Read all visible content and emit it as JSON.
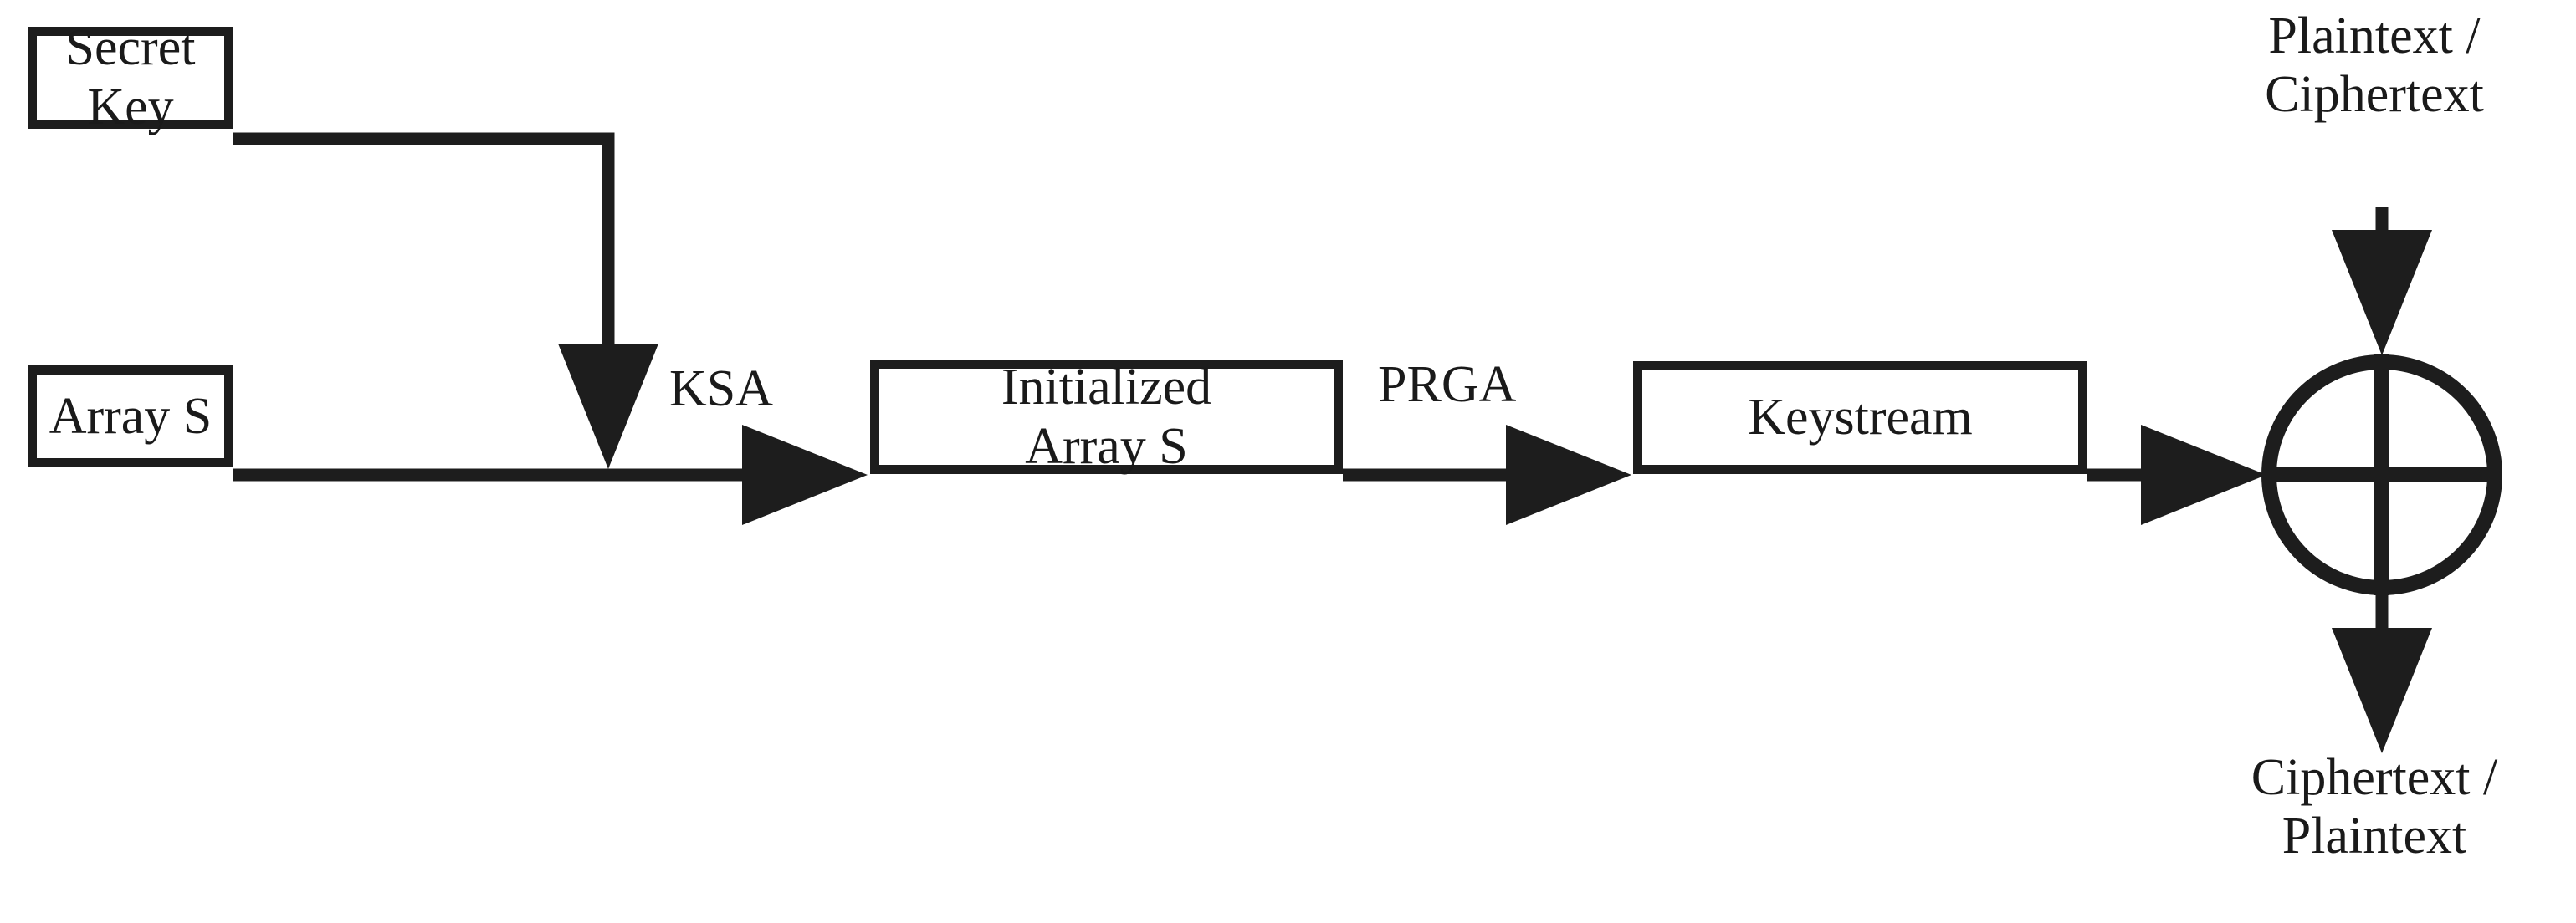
{
  "diagram": {
    "title": "RC4 stream cipher block diagram",
    "stroke_color": "#1d1d1d",
    "background_color": "#ffffff",
    "text_color": "#1a1a1a"
  },
  "nodes": {
    "secret_key": {
      "label": "Secret Key"
    },
    "array_s": {
      "label": "Array S"
    },
    "initialized_array_s": {
      "label": "Initialized\nArray S"
    },
    "keystream": {
      "label": "Keystream"
    },
    "xor": {
      "label": "",
      "symbol": "xor-circle-plus"
    }
  },
  "edge_labels": {
    "ksa": "KSA",
    "prga": "PRGA"
  },
  "io": {
    "top": "Plaintext /\nCiphertext",
    "bottom": "Ciphertext /\nPlaintext"
  },
  "edges": [
    {
      "from": "secret_key",
      "to": "ksa_junction",
      "style": "elbow-down-arrow"
    },
    {
      "from": "array_s",
      "to": "initialized_array_s",
      "label": "KSA",
      "style": "arrow-right"
    },
    {
      "from": "initialized_array_s",
      "to": "keystream",
      "label": "PRGA",
      "style": "arrow-right"
    },
    {
      "from": "keystream",
      "to": "xor",
      "style": "arrow-right"
    },
    {
      "from": "io_top",
      "to": "xor",
      "style": "arrow-down"
    },
    {
      "from": "xor",
      "to": "io_bottom",
      "style": "arrow-down"
    }
  ]
}
